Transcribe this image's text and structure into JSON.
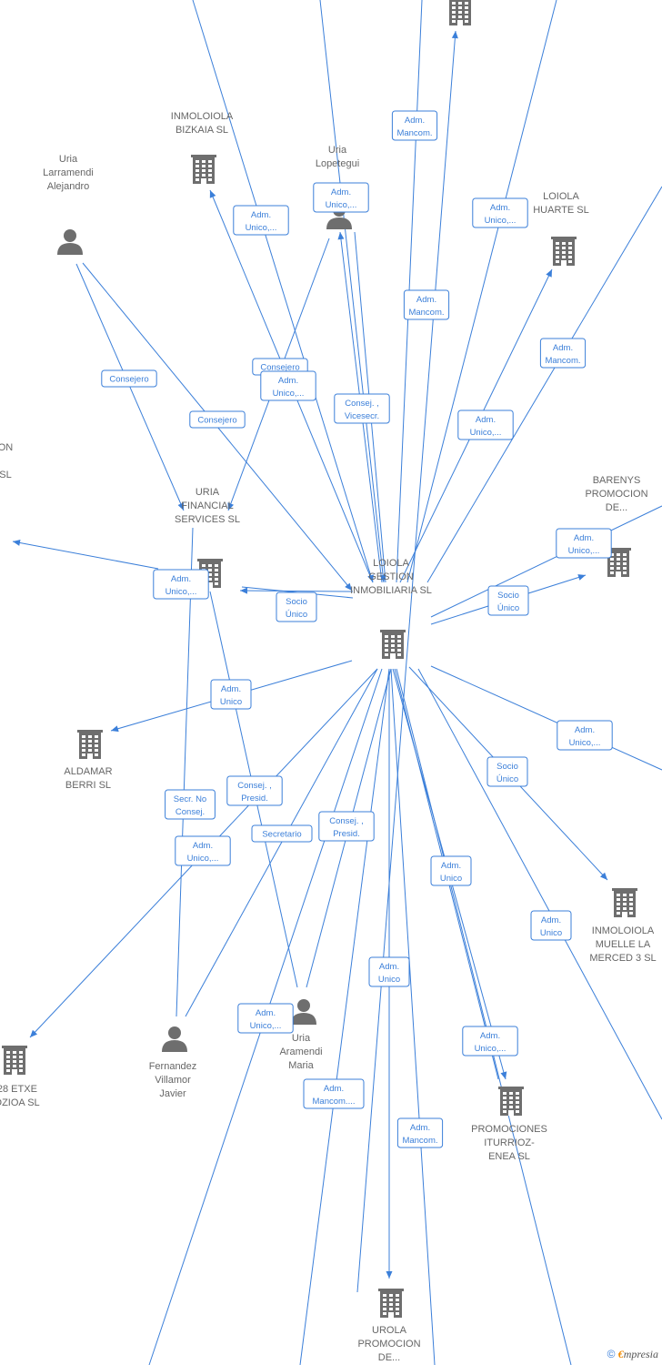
{
  "colors": {
    "edge": "#3b7fd9",
    "icon": "#6e6e6e",
    "label": "#666666"
  },
  "nodes": [
    {
      "id": "loiola-gestion",
      "type": "company",
      "lines": [
        "LOIOLA",
        "GESTION",
        "INMOBILIARIA SL"
      ]
    },
    {
      "id": "inmoloiola-bizkaia",
      "type": "company",
      "lines": [
        "INMOLOIOLA",
        "BIZKAIA SL"
      ]
    },
    {
      "id": "uria-lopetegui",
      "type": "person",
      "lines": [
        "Uria",
        "Lopetegui"
      ]
    },
    {
      "id": "uria-larramendi",
      "type": "person",
      "lines": [
        "Uria",
        "Larramendi",
        "Alejandro"
      ]
    },
    {
      "id": "loiola-huarte",
      "type": "company",
      "lines": [
        "LOIOLA",
        "HUARTE SL"
      ]
    },
    {
      "id": "uria-financial",
      "type": "company",
      "lines": [
        "URIA",
        "FINANCIAL",
        "SERVICES SL"
      ]
    },
    {
      "id": "barenys",
      "type": "company",
      "lines": [
        "BARENYS",
        "PROMOCION",
        "DE..."
      ]
    },
    {
      "id": "left-cut-on",
      "type": "text",
      "lines": [
        "ON",
        "",
        "SL"
      ]
    },
    {
      "id": "aldamar-berri",
      "type": "company",
      "lines": [
        "ALDAMAR",
        "BERRI SL"
      ]
    },
    {
      "id": "inmoloiola-muelle",
      "type": "company",
      "lines": [
        "INMOLOIOLA",
        "MUELLE LA",
        "MERCED 3 SL"
      ]
    },
    {
      "id": "a28-etxe",
      "type": "company",
      "lines": [
        "A 28 ETXE",
        "MOZIOA SL"
      ]
    },
    {
      "id": "fernandez-villamor",
      "type": "person",
      "lines": [
        "Fernandez",
        "Villamor",
        "Javier"
      ]
    },
    {
      "id": "uria-aramendi",
      "type": "person",
      "lines": [
        "Uria",
        "Aramendi",
        "Maria"
      ]
    },
    {
      "id": "promociones-iturrioz",
      "type": "company",
      "lines": [
        "PROMOCIONES",
        "ITURRIOZ-",
        "ENEA SL"
      ]
    },
    {
      "id": "urola-promocion",
      "type": "company",
      "lines": [
        "UROLA",
        "PROMOCION",
        "DE..."
      ]
    },
    {
      "id": "top-company",
      "type": "company",
      "lines": []
    }
  ],
  "relations": [
    {
      "id": "r1",
      "lines": [
        "Adm.",
        "Mancom."
      ]
    },
    {
      "id": "r2",
      "lines": [
        "Adm.",
        "Unico,..."
      ]
    },
    {
      "id": "r3",
      "lines": [
        "Adm.",
        "Unico,..."
      ]
    },
    {
      "id": "r4",
      "lines": [
        "Adm.",
        "Unico,..."
      ]
    },
    {
      "id": "r5",
      "lines": [
        "Adm.",
        "Mancom."
      ]
    },
    {
      "id": "r6",
      "lines": [
        "Adm.",
        "Mancom."
      ]
    },
    {
      "id": "r7",
      "lines": [
        "Consejero"
      ]
    },
    {
      "id": "r8",
      "lines": [
        "Consejero"
      ]
    },
    {
      "id": "r9",
      "lines": [
        "Adm.",
        "Unico,..."
      ]
    },
    {
      "id": "r10",
      "lines": [
        "Consejero"
      ]
    },
    {
      "id": "r11",
      "lines": [
        "Consej. ,",
        "Vicesecr."
      ]
    },
    {
      "id": "r12",
      "lines": [
        "Adm.",
        "Unico,..."
      ]
    },
    {
      "id": "r13",
      "lines": [
        "Adm.",
        "Unico,..."
      ]
    },
    {
      "id": "r14",
      "lines": [
        "Adm.",
        "Unico,..."
      ]
    },
    {
      "id": "r15",
      "lines": [
        "Socio",
        "Único"
      ]
    },
    {
      "id": "r16",
      "lines": [
        "Socio",
        "Único"
      ]
    },
    {
      "id": "r17",
      "lines": [
        "Adm.",
        "Unico"
      ]
    },
    {
      "id": "r18",
      "lines": [
        "Adm.",
        "Unico,..."
      ]
    },
    {
      "id": "r19",
      "lines": [
        "Socio",
        "Único"
      ]
    },
    {
      "id": "r20",
      "lines": [
        "Secr. No",
        "Consej."
      ]
    },
    {
      "id": "r21",
      "lines": [
        "Consej. ,",
        "Presid."
      ]
    },
    {
      "id": "r22",
      "lines": [
        "Secretario"
      ]
    },
    {
      "id": "r23",
      "lines": [
        "Consej. ,",
        "Presid."
      ]
    },
    {
      "id": "r24",
      "lines": [
        "Adm.",
        "Unico,..."
      ]
    },
    {
      "id": "r25",
      "lines": [
        "Adm.",
        "Unico"
      ]
    },
    {
      "id": "r26",
      "lines": [
        "Adm.",
        "Unico"
      ]
    },
    {
      "id": "r27",
      "lines": [
        "Adm.",
        "Unico"
      ]
    },
    {
      "id": "r28",
      "lines": [
        "Adm.",
        "Unico,..."
      ]
    },
    {
      "id": "r29",
      "lines": [
        "Adm.",
        "Unico,..."
      ]
    },
    {
      "id": "r30",
      "lines": [
        "Adm.",
        "Mancom...."
      ]
    },
    {
      "id": "r31",
      "lines": [
        "Adm.",
        "Mancom."
      ]
    }
  ],
  "brand": {
    "copyright": "©",
    "e": "€",
    "rest": "mpresia"
  }
}
